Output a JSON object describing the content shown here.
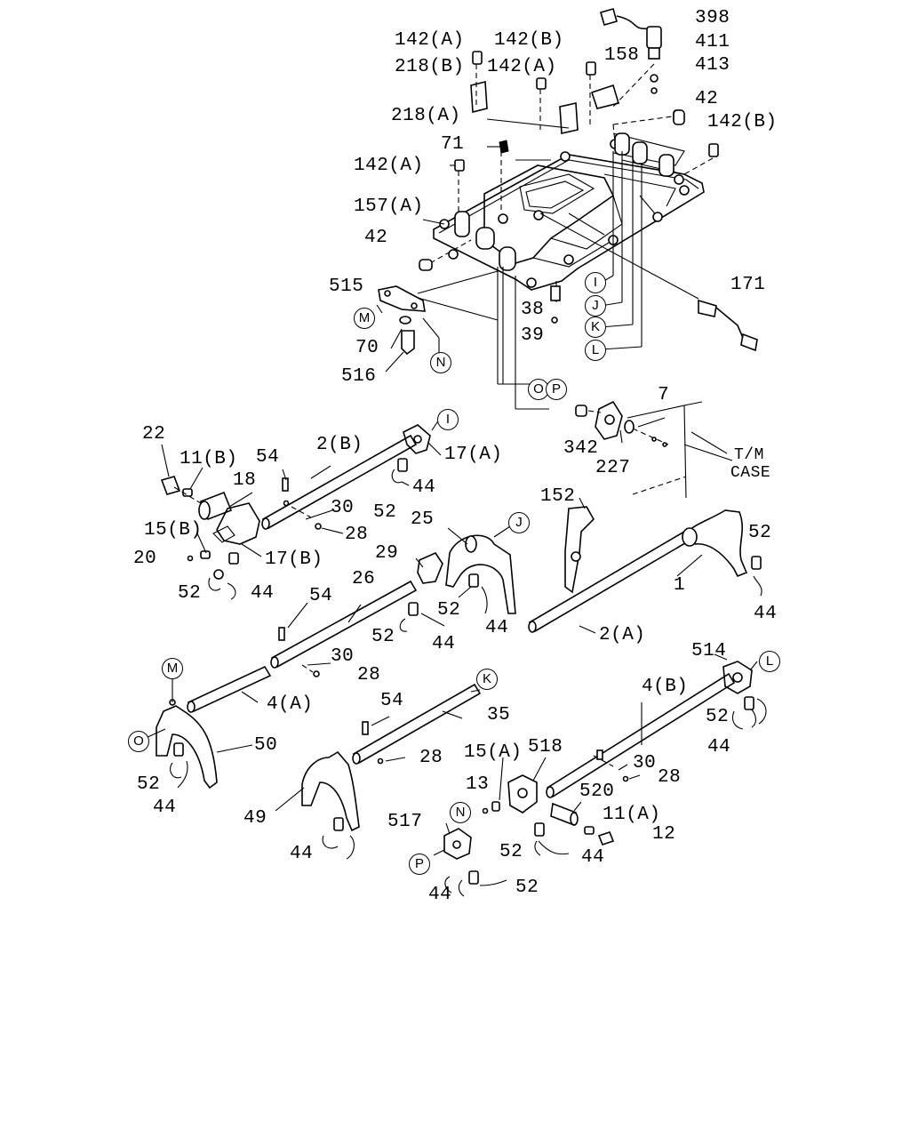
{
  "callouts": [
    {
      "text": "398",
      "role": "part"
    },
    {
      "text": "411",
      "role": "part"
    },
    {
      "text": "413",
      "role": "part"
    },
    {
      "text": "142(A)",
      "role": "part"
    },
    {
      "text": "142(B)",
      "role": "part"
    },
    {
      "text": "218(B)",
      "role": "part"
    },
    {
      "text": "142(A)",
      "role": "part"
    },
    {
      "text": "158",
      "role": "part"
    },
    {
      "text": "218(A)",
      "role": "part"
    },
    {
      "text": "42",
      "role": "part"
    },
    {
      "text": "142(B)",
      "role": "part"
    },
    {
      "text": "71",
      "role": "part"
    },
    {
      "text": "142(A)",
      "role": "part"
    },
    {
      "text": "157(A)",
      "role": "part"
    },
    {
      "text": "42",
      "role": "part"
    },
    {
      "text": "515",
      "role": "part"
    },
    {
      "text": "38",
      "role": "part"
    },
    {
      "text": "39",
      "role": "part"
    },
    {
      "text": "70",
      "role": "part"
    },
    {
      "text": "516",
      "role": "part"
    },
    {
      "text": "171",
      "role": "part"
    },
    {
      "text": "7",
      "role": "part"
    },
    {
      "text": "342",
      "role": "part"
    },
    {
      "text": "227",
      "role": "part"
    },
    {
      "text": "T/M",
      "role": "note"
    },
    {
      "text": "CASE",
      "role": "note"
    },
    {
      "text": "22",
      "role": "part"
    },
    {
      "text": "11(B)",
      "role": "part"
    },
    {
      "text": "54",
      "role": "part"
    },
    {
      "text": "2(B)",
      "role": "part"
    },
    {
      "text": "17(A)",
      "role": "part"
    },
    {
      "text": "18",
      "role": "part"
    },
    {
      "text": "44",
      "role": "part"
    },
    {
      "text": "30",
      "role": "part"
    },
    {
      "text": "52",
      "role": "part"
    },
    {
      "text": "28",
      "role": "part"
    },
    {
      "text": "15(B)",
      "role": "part"
    },
    {
      "text": "17(B)",
      "role": "part"
    },
    {
      "text": "20",
      "role": "part"
    },
    {
      "text": "52",
      "role": "part"
    },
    {
      "text": "44",
      "role": "part"
    },
    {
      "text": "25",
      "role": "part"
    },
    {
      "text": "152",
      "role": "part"
    },
    {
      "text": "29",
      "role": "part"
    },
    {
      "text": "52",
      "role": "part"
    },
    {
      "text": "26",
      "role": "part"
    },
    {
      "text": "1",
      "role": "part"
    },
    {
      "text": "52",
      "role": "part"
    },
    {
      "text": "44",
      "role": "part"
    },
    {
      "text": "54",
      "role": "part"
    },
    {
      "text": "52",
      "role": "part"
    },
    {
      "text": "44",
      "role": "part"
    },
    {
      "text": "44",
      "role": "part"
    },
    {
      "text": "2(A)",
      "role": "part"
    },
    {
      "text": "30",
      "role": "part"
    },
    {
      "text": "28",
      "role": "part"
    },
    {
      "text": "514",
      "role": "part"
    },
    {
      "text": "4(A)",
      "role": "part"
    },
    {
      "text": "4(B)",
      "role": "part"
    },
    {
      "text": "54",
      "role": "part"
    },
    {
      "text": "35",
      "role": "part"
    },
    {
      "text": "52",
      "role": "part"
    },
    {
      "text": "50",
      "role": "part"
    },
    {
      "text": "44",
      "role": "part"
    },
    {
      "text": "28",
      "role": "part"
    },
    {
      "text": "15(A)",
      "role": "part"
    },
    {
      "text": "518",
      "role": "part"
    },
    {
      "text": "30",
      "role": "part"
    },
    {
      "text": "28",
      "role": "part"
    },
    {
      "text": "52",
      "role": "part"
    },
    {
      "text": "13",
      "role": "part"
    },
    {
      "text": "520",
      "role": "part"
    },
    {
      "text": "44",
      "role": "part"
    },
    {
      "text": "11(A)",
      "role": "part"
    },
    {
      "text": "49",
      "role": "part"
    },
    {
      "text": "517",
      "role": "part"
    },
    {
      "text": "12",
      "role": "part"
    },
    {
      "text": "52",
      "role": "part"
    },
    {
      "text": "44",
      "role": "part"
    },
    {
      "text": "44",
      "role": "part"
    },
    {
      "text": "52",
      "role": "part"
    },
    {
      "text": "44",
      "role": "part"
    }
  ],
  "markers": [
    "I",
    "J",
    "K",
    "L",
    "M",
    "N",
    "O",
    "P",
    "I",
    "J",
    "K",
    "L",
    "M",
    "O",
    "N",
    "P"
  ]
}
